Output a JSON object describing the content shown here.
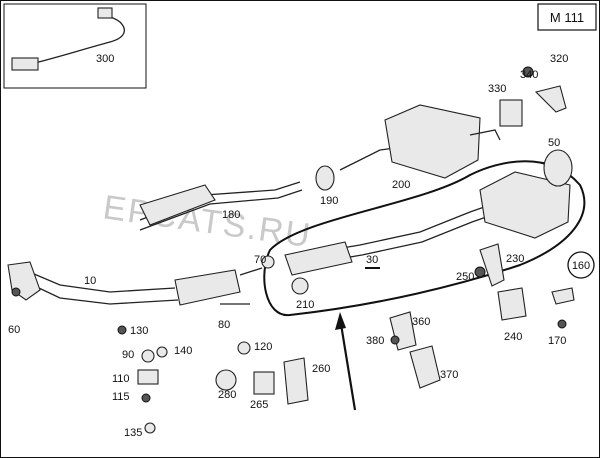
{
  "diagram_code": "M 111",
  "watermark": "EPCATS.RU",
  "callouts": {
    "c10": "10",
    "c30": "30",
    "c50": "50",
    "c60": "60",
    "c70": "70",
    "c80": "80",
    "c90": "90",
    "c110": "110",
    "c115": "115",
    "c120": "120",
    "c130": "130",
    "c135": "135",
    "c140": "140",
    "c160": "160",
    "c170": "170",
    "c180": "180",
    "c190": "190",
    "c200": "200",
    "c210": "210",
    "c230": "230",
    "c240": "240",
    "c250": "250",
    "c260": "260",
    "c265": "265",
    "c280": "280",
    "c300": "300",
    "c320": "320",
    "c330": "330",
    "c340": "340",
    "c360": "360",
    "c370": "370",
    "c380": "380"
  }
}
